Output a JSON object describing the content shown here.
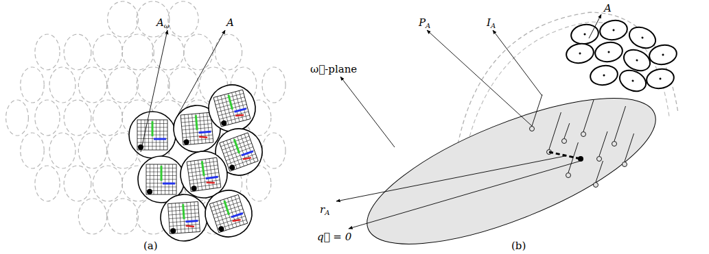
{
  "diagram": {
    "labels": [
      "Aω",
      "A",
      "(a)",
      "PA",
      "IA",
      "ω⃗-plane",
      "rA",
      "q⃗ = 0",
      "A",
      "(b)"
    ]
  }
}
